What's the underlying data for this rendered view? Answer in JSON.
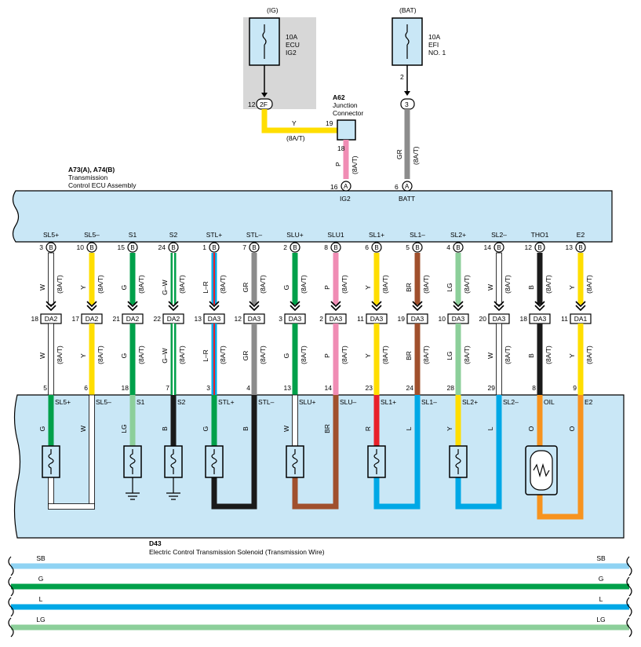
{
  "colors": {
    "W": "#ffffff",
    "Y": "#ffde00",
    "G": "#00a04a",
    "GR": "#8c8c8c",
    "P": "#f08cb4",
    "BR": "#a0502d",
    "LG": "#8ccf9a",
    "B": "#1a1a1a",
    "R": "#e8202a",
    "L": "#00a8e6",
    "O": "#f7931e",
    "SB": "#8fd3f3",
    "ecu_fill": "#c9e7f6",
    "relay_fill": "#c9e7f6",
    "shade": "#d7d7d7"
  },
  "power": {
    "ig_label": "(IG)",
    "bat_label": "(BAT)",
    "ig_fuse": [
      "10A",
      "ECU",
      "IG2"
    ],
    "bat_fuse": [
      "10A",
      "EFI",
      "NO. 1"
    ],
    "ig_pin_num": "12",
    "ig_pin_tag": "2F",
    "bat_pin_num": "2",
    "bat_pin_tag": "3",
    "ig_wire_color": "Y",
    "ig_wire_note": "(8A/T)",
    "bat_wire_color": "GR",
    "bat_wire_note": "(8A/T)"
  },
  "junction": {
    "id": "A62",
    "name_line1": "Junction",
    "name_line2": "Connector",
    "pin_in": "19",
    "pin_out": "18",
    "wire_color": "P",
    "wire_note": "(8A/T)"
  },
  "ecu": {
    "id": "A73(A), A74(B)",
    "name_line1": "Transmission",
    "name_line2": "Control ECU Assembly",
    "ig2_pin": "16",
    "ig2_tag": "A",
    "ig2_label": "IG2",
    "batt_pin": "6",
    "batt_tag": "A",
    "batt_label": "BATT"
  },
  "channels": [
    {
      "label": "SL5+",
      "ecu_pin": "3",
      "ecu_tag": "B",
      "color": "W",
      "note": "(8A/T)",
      "da_pin": "18",
      "da": "DA2",
      "sol_pin": "5",
      "sol_label": "SL5+"
    },
    {
      "label": "SL5–",
      "ecu_pin": "10",
      "ecu_tag": "B",
      "color": "Y",
      "note": "(8A/T)",
      "da_pin": "17",
      "da": "DA2",
      "sol_pin": "6",
      "sol_label": "SL5–"
    },
    {
      "label": "S1",
      "ecu_pin": "15",
      "ecu_tag": "B",
      "color": "G",
      "note": "(8A/T)",
      "da_pin": "21",
      "da": "DA2",
      "sol_pin": "18",
      "sol_label": "S1"
    },
    {
      "label": "S2",
      "ecu_pin": "24",
      "ecu_tag": "B",
      "color": "G–W",
      "note": "(8A/T)",
      "da_pin": "22",
      "da": "DA2",
      "sol_pin": "7",
      "sol_label": "S2"
    },
    {
      "label": "STL+",
      "ecu_pin": "1",
      "ecu_tag": "B",
      "color": "L–R",
      "note": "(8A/T)",
      "da_pin": "13",
      "da": "DA3",
      "sol_pin": "3",
      "sol_label": "STL+"
    },
    {
      "label": "STL–",
      "ecu_pin": "7",
      "ecu_tag": "B",
      "color": "GR",
      "note": "(8A/T)",
      "da_pin": "12",
      "da": "DA3",
      "sol_pin": "4",
      "sol_label": "STL–"
    },
    {
      "label": "SLU+",
      "ecu_pin": "2",
      "ecu_tag": "B",
      "color": "G",
      "note": "(8A/T)",
      "da_pin": "3",
      "da": "DA3",
      "sol_pin": "13",
      "sol_label": "SLU+"
    },
    {
      "label": "SLU1",
      "ecu_pin": "8",
      "ecu_tag": "B",
      "color": "P",
      "note": "(8A/T)",
      "da_pin": "2",
      "da": "DA3",
      "sol_pin": "14",
      "sol_label": "SLU–"
    },
    {
      "label": "SL1+",
      "ecu_pin": "6",
      "ecu_tag": "B",
      "color": "Y",
      "note": "(8A/T)",
      "da_pin": "11",
      "da": "DA3",
      "sol_pin": "23",
      "sol_label": "SL1+"
    },
    {
      "label": "SL1–",
      "ecu_pin": "5",
      "ecu_tag": "B",
      "color": "BR",
      "note": "(8A/T)",
      "da_pin": "19",
      "da": "DA3",
      "sol_pin": "24",
      "sol_label": "SL1–"
    },
    {
      "label": "SL2+",
      "ecu_pin": "4",
      "ecu_tag": "B",
      "color": "LG",
      "note": "(8A/T)",
      "da_pin": "10",
      "da": "DA3",
      "sol_pin": "28",
      "sol_label": "SL2+"
    },
    {
      "label": "SL2–",
      "ecu_pin": "14",
      "ecu_tag": "B",
      "color": "W",
      "note": "(8A/T)",
      "da_pin": "20",
      "da": "DA3",
      "sol_pin": "29",
      "sol_label": "SL2–"
    },
    {
      "label": "THO1",
      "ecu_pin": "12",
      "ecu_tag": "B",
      "color": "B",
      "note": "(8A/T)",
      "da_pin": "18",
      "da": "DA3",
      "sol_pin": "8",
      "sol_label": "OIL"
    },
    {
      "label": "E2",
      "ecu_pin": "13",
      "ecu_tag": "B",
      "color": "Y",
      "note": "(8A/T)",
      "da_pin": "11",
      "da": "DA1",
      "sol_pin": "9",
      "sol_label": "E2"
    }
  ],
  "solenoid_wires": [
    {
      "a": "G",
      "b": "W"
    },
    {
      "a": "LG",
      "b": "B"
    },
    {
      "a": "G",
      "b": "B"
    },
    {
      "a": "W",
      "b": "BR"
    },
    {
      "a": "R",
      "b": "L"
    },
    {
      "a": "Y",
      "b": "L"
    },
    {
      "a": "O",
      "b": "O"
    }
  ],
  "solenoid": {
    "id": "D43",
    "name": "Electric Control Transmission Solenoid (Transmission Wire)"
  },
  "harness": [
    {
      "color": "SB"
    },
    {
      "color": "G"
    },
    {
      "color": "L"
    },
    {
      "color": "LG"
    }
  ]
}
